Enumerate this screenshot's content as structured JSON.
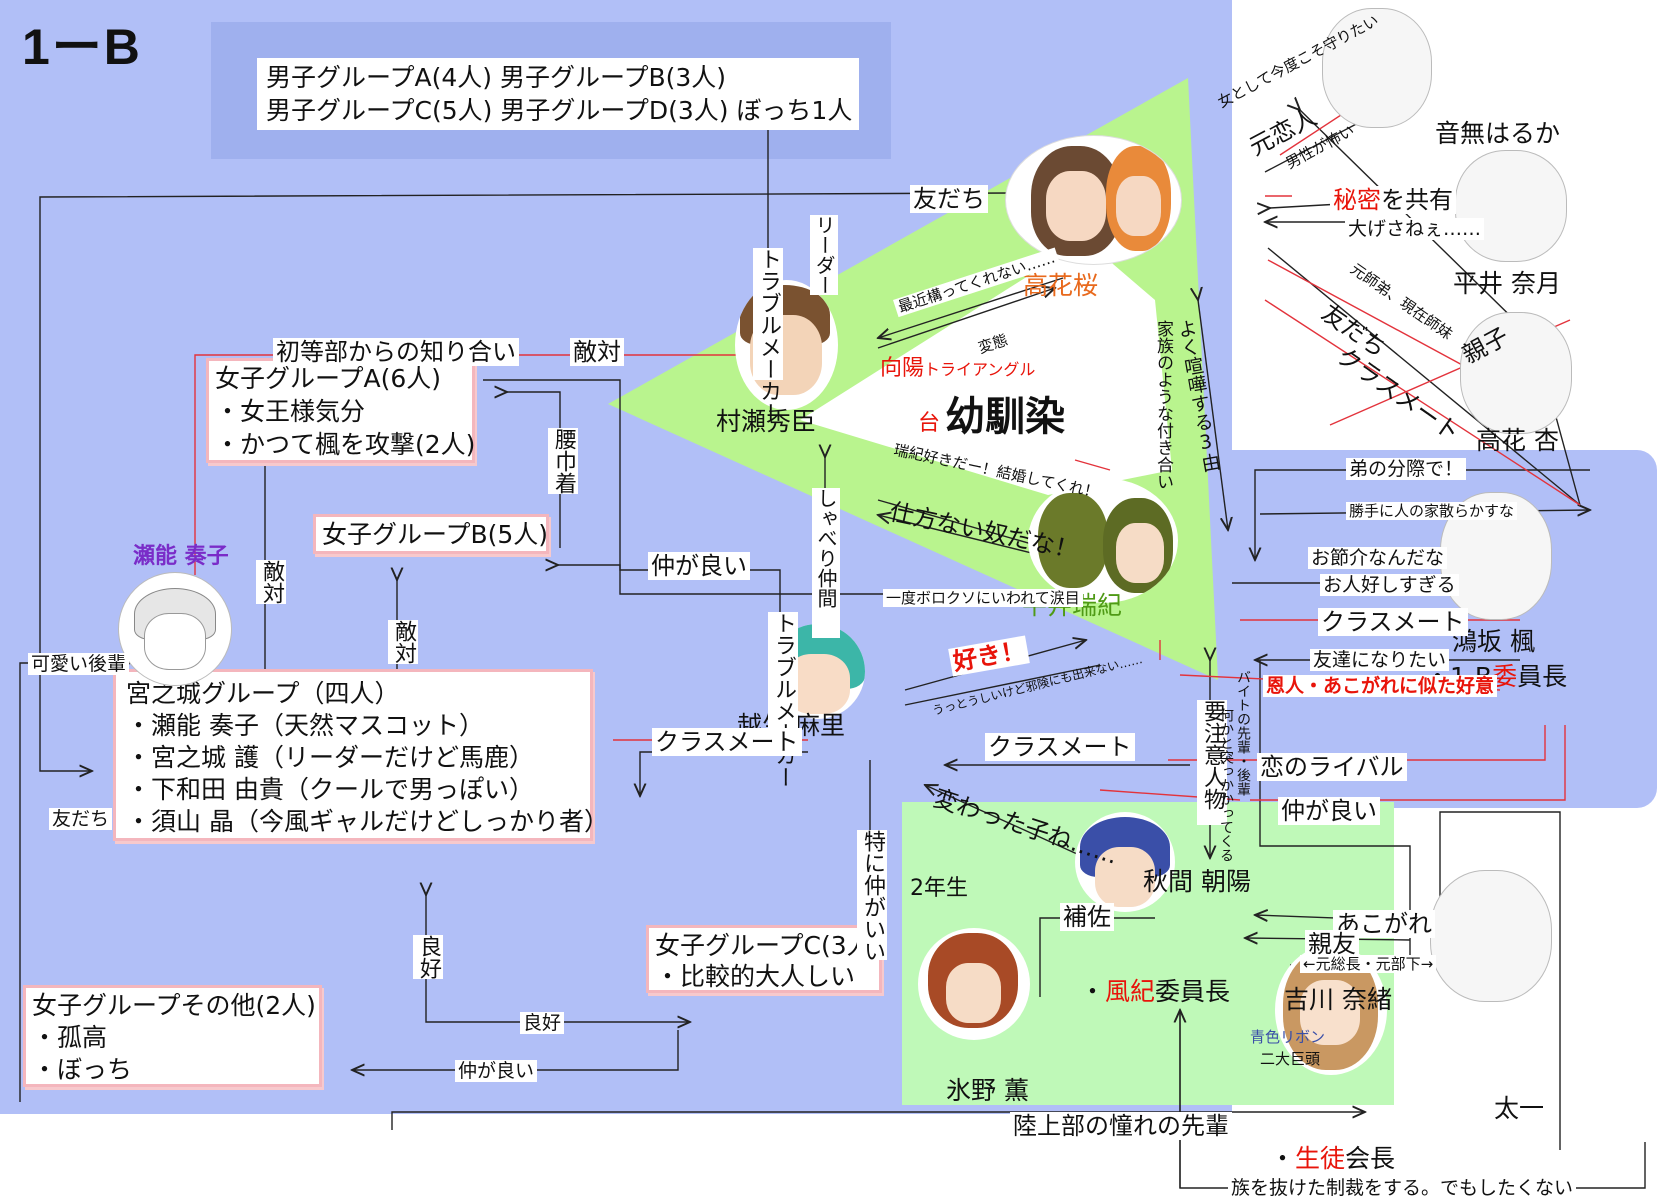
{
  "colors": {
    "blue_bg": "#b1bff7",
    "top_box": "#9fb0ee",
    "triangle": "#b9f48e",
    "green_room": "#bff9b8",
    "red_text": "#e8140a",
    "purple_name": "#7a2cc8",
    "orange_name": "#e8691c",
    "green_name": "#4f9a16",
    "line_red": "#e3333c",
    "line_dark": "#222222"
  },
  "title": "1ーB",
  "top_groups": {
    "line1": "男子グループA(4人)  男子グループB(3人)",
    "line2": "男子グループC(5人)  男子グループD(3人) ぼっち1人"
  },
  "triangle": {
    "caption_prefix1": "向陽",
    "caption_suffix1": "トライアングル",
    "caption_prefix2": "台",
    "caption_main": "幼馴染"
  },
  "characters": {
    "takahana_sakura": "高花桜",
    "murase_hideomi": "村瀬秀臣",
    "hirai_mizuki": "平井瑞紀",
    "koshio_mari": "越生 麻里",
    "seno_kanako": "瀬能 奏子",
    "otonashi_haruka": "音無はるか",
    "hirai_natsuki": "平井 奈月",
    "takahana_kyou": "高花 杏",
    "kousaka_kaede": "鴻坂 楓",
    "kaede_role_prefix": "・1-B",
    "kaede_role_red": "委",
    "kaede_role_suffix": "員長",
    "akima_asahi": "秋間 朝陽",
    "yoshikawa_nao": "吉川 奈緒",
    "hino_kaoru": "氷野 薫",
    "taichi": "太一",
    "fuki_prefix": "・",
    "fuki_red": "風紀",
    "fuki_suffix": "委員長",
    "seito_prefix": "・",
    "seito_red": "生徒",
    "seito_suffix": "会長"
  },
  "groups": {
    "girls_a": {
      "title": "女子グループA(6人)",
      "item1": "・女王様気分",
      "item2": "・かつて楓を攻撃(2人)"
    },
    "girls_b": {
      "title": "女子グループB(5人)"
    },
    "girls_c": {
      "title": "女子グループC(3人)",
      "item1": "・比較的大人しい"
    },
    "girls_other": {
      "title": "女子グループその他(2人)",
      "item1": "・孤高",
      "item2": "・ぼっち"
    },
    "miyanojo": {
      "title": "宮之城グループ（四人）",
      "item1": "・瀬能 奏子（天然マスコット）",
      "item2": "・宮之城 護（リーダーだけど馬鹿）",
      "item3": "・下和田 由貴（クールで男っぽい）",
      "item4": "・須山 晶（今風ギャルだけどしっかり者）"
    }
  },
  "second_year": "2年生",
  "labels": {
    "tomodachi_top": "友だち",
    "leader": "リーダー",
    "trouble_maker1": "トラブルメーカー",
    "shotoubu": "初等部からの知り合い",
    "tekitai1": "敵対",
    "saikin": "最近構ってくれない……",
    "hentai": "変態",
    "kazoku": "家族のような付き合い",
    "yokukenka": "よく喧嘩する3由",
    "mizuki_suki": "瑞紀好きだー！結婚してくれ！",
    "shikatanai": "仕方ない奴だな！",
    "koshimaki": "腰巾着",
    "tekitai2": "敵対",
    "tekitai3": "敵対",
    "shaberi": "しゃべり仲間",
    "nakagaii1": "仲が良い",
    "boroku": "一度ボロクソにいわれて涙目",
    "trouble_maker2": "トラブルメーカー",
    "suki": "好き！",
    "uttoushii": "うっとうしいけど邪険にも出来ない……",
    "kawaii_kouhai": "可愛い後輩",
    "tomodachi_left": "友だち",
    "classmate1": "クラスメート",
    "classmate2": "クラスメート",
    "koi_rival": "恋のライバル",
    "nakagaii2": "仲が良い",
    "kawatta": "変わった子ね……",
    "tokuni": "特に仲がいい",
    "ryoukou1": "良好",
    "ryoukou2": "良好",
    "nakagaii3": "仲が良い",
    "onna_toshite": "女として今度こそ守りたい",
    "moto_koibito": "元恋人",
    "dansei_kowai": "男性が怖い",
    "himitsu_red": "秘密",
    "himitsu_rest": "を共有",
    "oogesa": "大げさねぇ……",
    "moto_shitei": "元師弟、現在師妹",
    "tomodachi_diag": "友だち",
    "oyako": "親子",
    "classmate_diag": "クラスメート",
    "otouto": "弟の分際で！",
    "katteni": "勝手に人の家散らかすな",
    "osekkai": "お節介なんだな",
    "ohitoyoshi": "お人好しすぎる",
    "classmate3": "クラスメート",
    "tomodachi_naritai": "友達になりたい",
    "onjin": "恩人・あこがれに似た好意",
    "youchuui": "要注意人物",
    "baito": "バイトの先輩・後輩",
    "nanika": "何かと突っかかってくる",
    "akogare": "あこがれ",
    "shinyuu": "親友",
    "motosou": "←元総長・元部下→",
    "hosa": "補佐",
    "aoiro": "青色リボン",
    "nidai": "二大巨頭",
    "rikujoubu": "陸上部の憧れの先輩",
    "zoku": "族を抜けた制裁をする。でもしたくない"
  }
}
